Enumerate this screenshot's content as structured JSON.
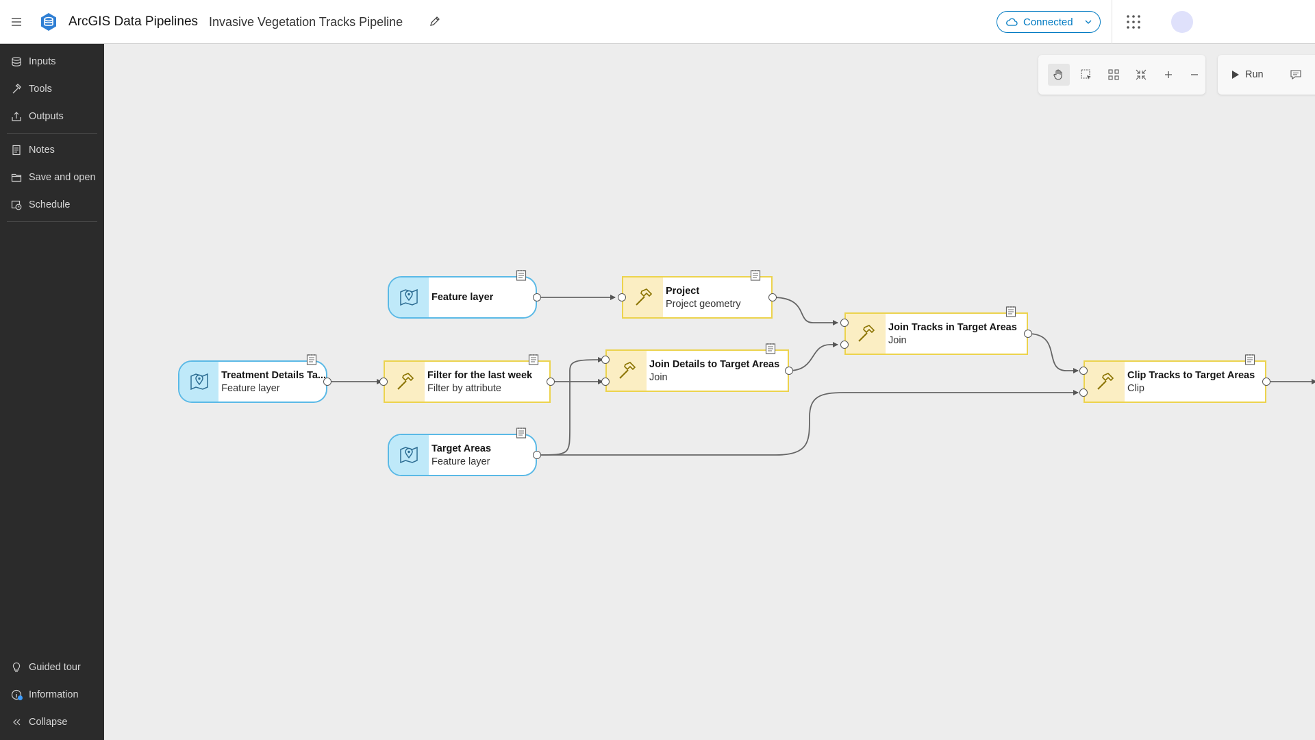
{
  "header": {
    "app_title": "ArcGIS Data Pipelines",
    "pipeline_title": "Invasive Vegetation Tracks Pipeline",
    "connection_status": "Connected"
  },
  "sidebar": {
    "top_items": [
      {
        "label": "Inputs",
        "icon": "database-icon"
      },
      {
        "label": "Tools",
        "icon": "hammer-icon"
      },
      {
        "label": "Outputs",
        "icon": "export-icon"
      }
    ],
    "mid_items": [
      {
        "label": "Notes",
        "icon": "note-icon"
      },
      {
        "label": "Save and open",
        "icon": "folder-icon"
      },
      {
        "label": "Schedule",
        "icon": "clock-calendar-icon"
      }
    ],
    "bottom_items": [
      {
        "label": "Guided tour",
        "icon": "lightbulb-icon"
      },
      {
        "label": "Information",
        "icon": "info-icon"
      },
      {
        "label": "Collapse",
        "icon": "chevrons-left-icon"
      }
    ]
  },
  "toolbar": {
    "run_label": "Run"
  },
  "nodes": {
    "feature_layer": {
      "title": "Feature layer",
      "subtitle": ""
    },
    "treatment": {
      "title": "Treatment Details Ta...",
      "subtitle": "Feature layer"
    },
    "target_areas": {
      "title": "Target Areas",
      "subtitle": "Feature layer"
    },
    "project": {
      "title": "Project",
      "subtitle": "Project geometry"
    },
    "filter": {
      "title": "Filter for the last week",
      "subtitle": "Filter by attribute"
    },
    "join_details": {
      "title": "Join Details to Target Areas",
      "subtitle": "Join"
    },
    "join_tracks": {
      "title": "Join Tracks in Target Areas",
      "subtitle": "Join"
    },
    "clip_tracks": {
      "title": "Clip Tracks to Target Areas",
      "subtitle": "Clip"
    }
  },
  "colors": {
    "accent": "#007ac2",
    "sidebar_bg": "#2b2b2b",
    "canvas_bg": "#ededed",
    "input_border": "#5ab9e6",
    "tool_border": "#ecd34d"
  }
}
